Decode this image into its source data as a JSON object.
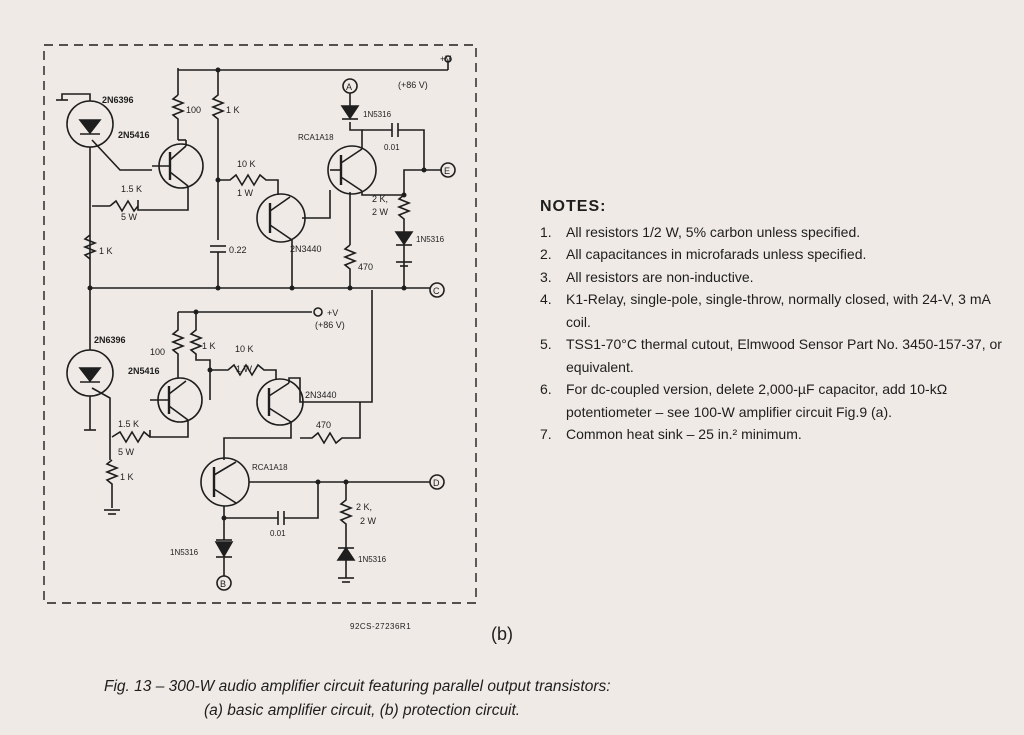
{
  "schematic": {
    "supply_top": "+V",
    "supply_top_value": "(+86 V)",
    "supply_mid": "+V",
    "supply_mid_value": "(+86 V)",
    "scr_top": "2N6396",
    "scr_bottom": "2N6396",
    "q_driver_top": "2N5416",
    "q_driver_bottom": "2N5416",
    "q_mid_top": "2N3440",
    "q_mid_bottom": "2N3440",
    "q_out_top": "RCA1A18",
    "q_out_bottom": "RCA1A18",
    "r_100_top": "100",
    "r_1k_top": "1 K",
    "r_10k_top": "10 K",
    "r_10k_top_w": "1 W",
    "r_15k_top": "1.5 K",
    "r_15k_top_w": "5 W",
    "r_1k_left_top": "1 K",
    "c_022": "0.22",
    "r_470_top": "470",
    "r_2k_top": "2 K,",
    "r_2k_top_w": "2 W",
    "d_top_a": "1N5316",
    "d_top_b": "1N5316",
    "c_001_top": "0.01",
    "r_100_bottom": "100",
    "r_1k_bottom": "1 K",
    "r_10k_bottom": "10 K",
    "r_10k_bottom_w": "1 W",
    "r_15k_bottom": "1.5 K",
    "r_15k_bottom_w": "5 W",
    "r_1k_left_bottom": "1 K",
    "r_470_bottom": "470",
    "r_2k_bottom": "2 K,",
    "r_2k_bottom_w": "2 W",
    "c_001_bottom": "0.01",
    "d_bottom_a": "1N5316",
    "d_bottom_b": "1N5316",
    "term_a": "A",
    "term_b": "B",
    "term_c": "C",
    "term_d": "D",
    "term_e": "E",
    "drawing_code": "92CS-27236R1"
  },
  "notes": {
    "title": "NOTES:",
    "items": [
      {
        "num": "1.",
        "text": "All resistors 1/2 W, 5% carbon unless specified."
      },
      {
        "num": "2.",
        "text": "All capacitances in microfarads unless specified."
      },
      {
        "num": "3.",
        "text": "All resistors are non-inductive."
      },
      {
        "num": "4.",
        "text": "K1-Relay, single-pole, single-throw, normally closed, with 24-V, 3 mA coil."
      },
      {
        "num": "5.",
        "text": "TSS1-70°C thermal cutout, Elmwood Sensor Part No. 3450-157-37, or equivalent."
      },
      {
        "num": "6.",
        "text": "For dc-coupled version, delete 2,000-µF capacitor, add 10-kΩ potentiometer – see 100-W amplifier circuit Fig.9 (a)."
      },
      {
        "num": "7.",
        "text": "Common heat sink – 25 in.² minimum."
      }
    ]
  },
  "subfigure_label": "(b)",
  "caption": {
    "line1": "Fig. 13 – 300-W audio amplifier circuit featuring parallel output transistors:",
    "line2": "(a) basic amplifier circuit,  (b) protection circuit."
  }
}
